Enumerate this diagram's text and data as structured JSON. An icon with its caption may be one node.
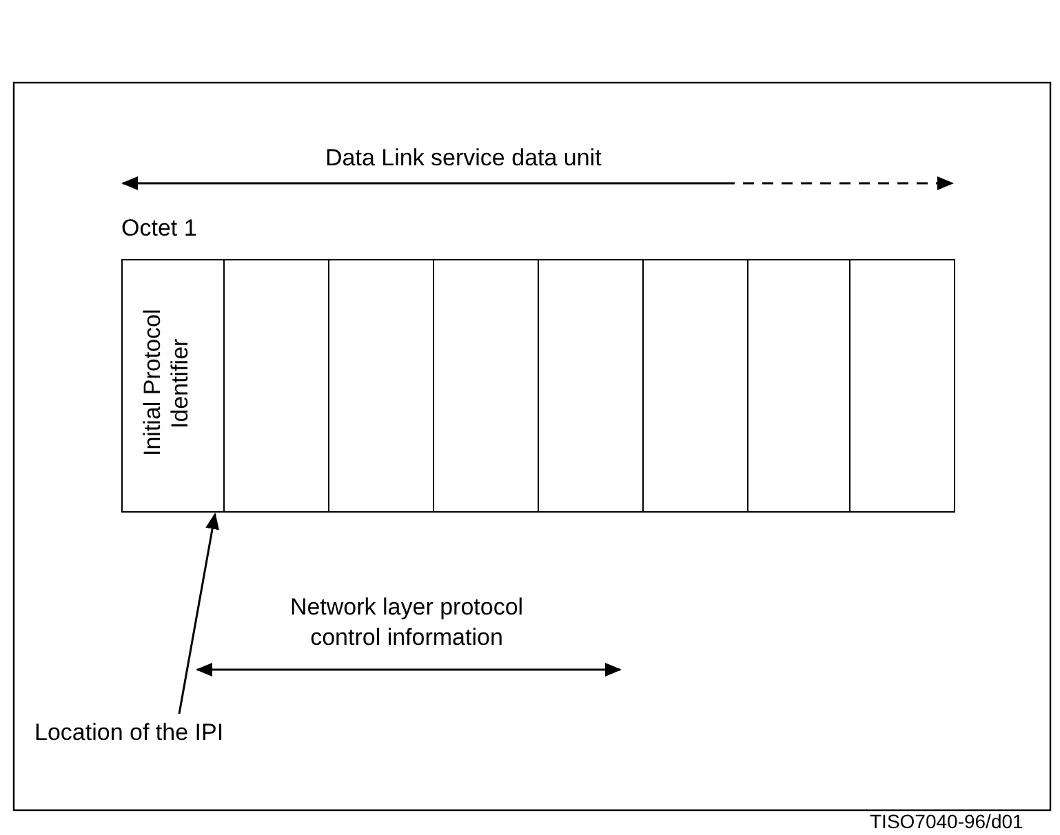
{
  "diagram": {
    "nodes": [
      {
        "text": [
          "Initial Protocol Identifier"
        ]
      },
      {
        "text": [],
        "shape": "box"
      },
      {
        "text": [],
        "shape": "box"
      },
      {
        "text": [],
        "shape": "box"
      },
      {
        "text": [],
        "shape": "box"
      },
      {
        "text": [],
        "shape": "box"
      },
      {
        "text": [],
        "shape": "box"
      },
      {
        "text": [],
        "shape": "box"
      },
      {
        "text": [
          "Location of the IPI"
        ]
      }
    ],
    "edges": [
      {
        "from": 8,
        "to": 0,
        "arrow": "to"
      }
    ],
    "labels": [
      "Data Link service data unit",
      "Octet 1",
      "Network layer protocol control information",
      "TISO7040-96/d01"
    ]
  }
}
